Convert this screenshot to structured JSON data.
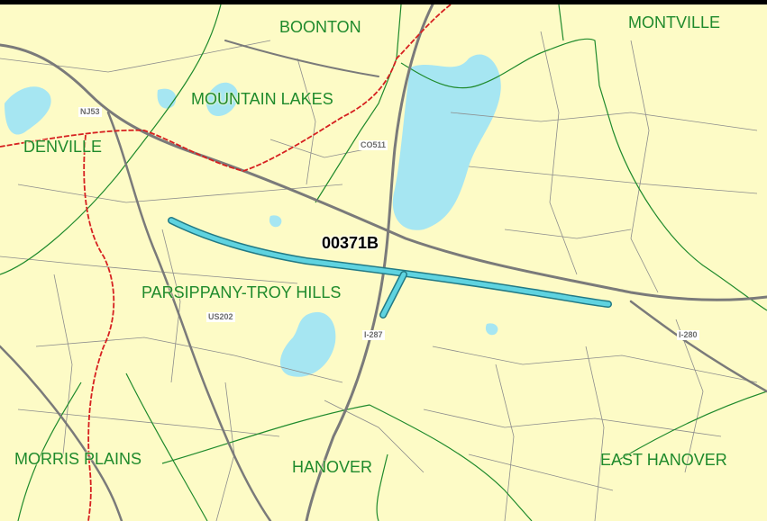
{
  "map": {
    "segment_label": "00371B",
    "colors": {
      "land": "#fdfbc6",
      "water": "#a6e6f2",
      "local_road": "#8c8c8c",
      "highway": "#7a7a7a",
      "railroad": "#d62020",
      "municipal_boundary": "#1f8a2c",
      "segment_highlight": "#5fd3e0",
      "town_label": "#1f8a2c"
    },
    "towns": {
      "boonton": "BOONTON",
      "montville": "MONTVILLE",
      "mountain_lakes": "MOUNTAIN LAKES",
      "denville": "DENVILLE",
      "parsippany": "PARSIPPANY-TROY HILLS",
      "morris_plains": "MORRIS PLAINS",
      "hanover": "HANOVER",
      "east_hanover": "EAST HANOVER"
    },
    "routes": {
      "nj53": "NJ53",
      "co511": "CO511",
      "us202": "US202",
      "i287": "I-287",
      "i280": "I-280"
    }
  }
}
